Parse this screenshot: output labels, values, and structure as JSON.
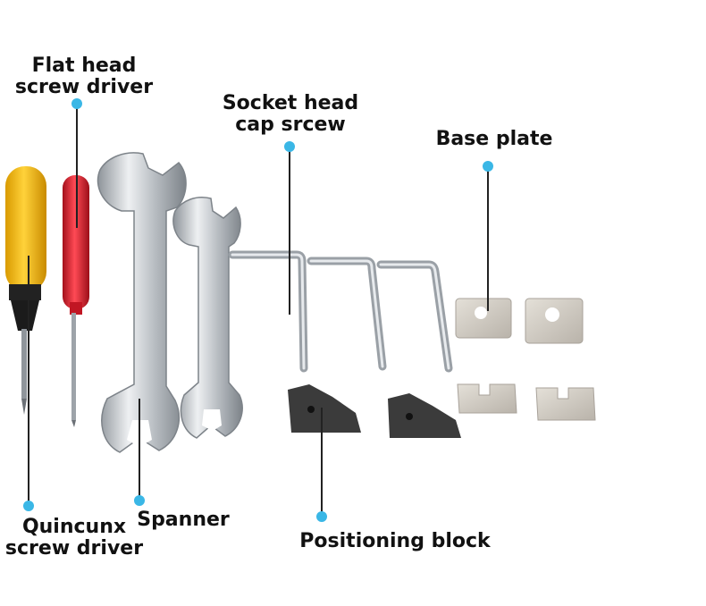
{
  "labels": {
    "flat_head_line1": "Flat head",
    "flat_head_line2": "screw driver",
    "socket_line1": "Socket head",
    "socket_line2": "cap srcew",
    "base_plate": "Base plate",
    "quincunx_line1": "Quincunx",
    "quincunx_line2": "screw driver",
    "spanner": "Spanner",
    "positioning_block": "Positioning block"
  },
  "colors": {
    "callout_dot": "#3ab7e6",
    "callout_line": "#222222",
    "yellow_handle": "#f2b705",
    "red_handle": "#d81e2a",
    "chrome": "#c9cdd1",
    "block": "#3b3b3b",
    "plate": "#cfcac2"
  }
}
